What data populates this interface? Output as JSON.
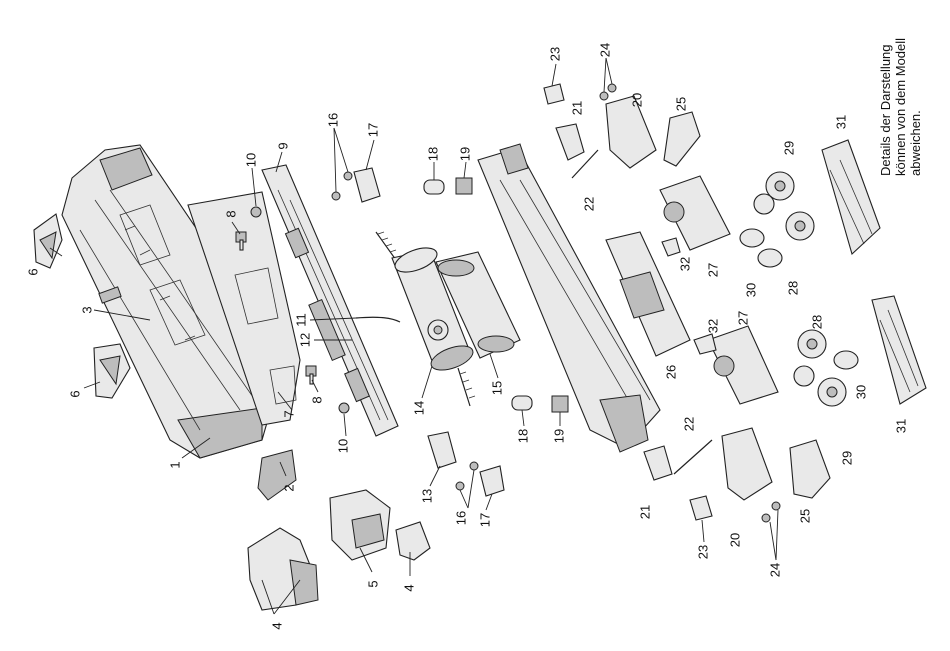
{
  "note_lines": [
    "Details der Darstellung",
    "können von dem Modell",
    "abweichen."
  ],
  "part_labels": [
    {
      "id": "lbl-1",
      "text": "1"
    },
    {
      "id": "lbl-2",
      "text": "2"
    },
    {
      "id": "lbl-3",
      "text": "3"
    },
    {
      "id": "lbl-4a",
      "text": "4"
    },
    {
      "id": "lbl-4b",
      "text": "4"
    },
    {
      "id": "lbl-5",
      "text": "5"
    },
    {
      "id": "lbl-6a",
      "text": "6"
    },
    {
      "id": "lbl-6b",
      "text": "6"
    },
    {
      "id": "lbl-7",
      "text": "7"
    },
    {
      "id": "lbl-8a",
      "text": "8"
    },
    {
      "id": "lbl-8b",
      "text": "8"
    },
    {
      "id": "lbl-9",
      "text": "9"
    },
    {
      "id": "lbl-10a",
      "text": "10"
    },
    {
      "id": "lbl-10b",
      "text": "10"
    },
    {
      "id": "lbl-11",
      "text": "11"
    },
    {
      "id": "lbl-12",
      "text": "12"
    },
    {
      "id": "lbl-13",
      "text": "13"
    },
    {
      "id": "lbl-14",
      "text": "14"
    },
    {
      "id": "lbl-15",
      "text": "15"
    },
    {
      "id": "lbl-16a",
      "text": "16"
    },
    {
      "id": "lbl-16b",
      "text": "16"
    },
    {
      "id": "lbl-17a",
      "text": "17"
    },
    {
      "id": "lbl-17b",
      "text": "17"
    },
    {
      "id": "lbl-18a",
      "text": "18"
    },
    {
      "id": "lbl-18b",
      "text": "18"
    },
    {
      "id": "lbl-19a",
      "text": "19"
    },
    {
      "id": "lbl-19b",
      "text": "19"
    },
    {
      "id": "lbl-20a",
      "text": "20"
    },
    {
      "id": "lbl-20b",
      "text": "20"
    },
    {
      "id": "lbl-21a",
      "text": "21"
    },
    {
      "id": "lbl-21b",
      "text": "21"
    },
    {
      "id": "lbl-22a",
      "text": "22"
    },
    {
      "id": "lbl-22b",
      "text": "22"
    },
    {
      "id": "lbl-23a",
      "text": "23"
    },
    {
      "id": "lbl-23b",
      "text": "23"
    },
    {
      "id": "lbl-24a",
      "text": "24"
    },
    {
      "id": "lbl-24b",
      "text": "24"
    },
    {
      "id": "lbl-25a",
      "text": "25"
    },
    {
      "id": "lbl-25b",
      "text": "25"
    },
    {
      "id": "lbl-26",
      "text": "26"
    },
    {
      "id": "lbl-27a",
      "text": "27"
    },
    {
      "id": "lbl-27b",
      "text": "27"
    },
    {
      "id": "lbl-28a",
      "text": "28"
    },
    {
      "id": "lbl-28b",
      "text": "28"
    },
    {
      "id": "lbl-29a",
      "text": "29"
    },
    {
      "id": "lbl-29b",
      "text": "29"
    },
    {
      "id": "lbl-30a",
      "text": "30"
    },
    {
      "id": "lbl-30b",
      "text": "30"
    },
    {
      "id": "lbl-31a",
      "text": "31"
    },
    {
      "id": "lbl-31b",
      "text": "31"
    },
    {
      "id": "lbl-32a",
      "text": "32"
    },
    {
      "id": "lbl-32b",
      "text": "32"
    }
  ]
}
